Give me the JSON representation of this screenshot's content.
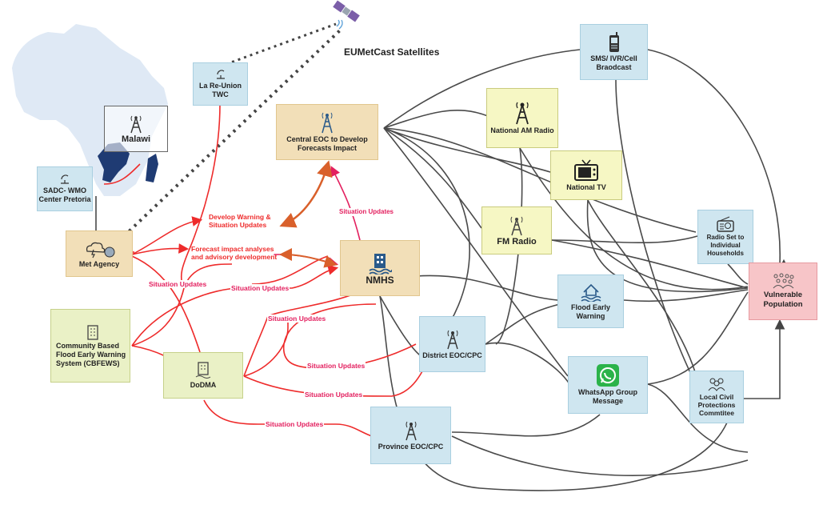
{
  "satellites": {
    "label": "EUMetCast Satellites"
  },
  "map": {
    "country": "Malawi"
  },
  "nodes": {
    "sms": "SMS/ IVR/Cell Braodcast",
    "la_reunion": "La Re-Union TWC",
    "central_eoc": "Central EOC to  Develop Forecasts Impact",
    "national_am": "National AM Radio",
    "national_tv": "National TV",
    "fm_radio": "FM  Radio",
    "radio_set": "Radio Set to Individual Households",
    "vulnerable": "Vulnerable Population",
    "sadc": "SADC- WMO Center Pretoria",
    "met_agency": "Met Agency",
    "nmhs": "NMHS",
    "flood_ew": "Flood Early Warning",
    "cbfews": "Community Based Flood Early Warning System (CBFEWS)",
    "dodma": "DoDMA",
    "district": "District EOC/CPC",
    "whatsapp": "WhatsApp Group Message",
    "local_civil": "Local Civil Protections Commtitee",
    "province": "Province EOC/CPC"
  },
  "labels": {
    "develop_warning": "Develop Warning  & Situation Updates",
    "forecast_impact": "Forecast impact  analyses and advisory development",
    "situation_updates": "Situation Updates"
  },
  "colors": {
    "red_line": "#ee2b2b",
    "pink_line": "#e3205f",
    "dark_line": "#4a4a4a",
    "orange_arrow": "#d9602b",
    "map": "#dfe9f5",
    "malawi": "#1f3b73"
  }
}
